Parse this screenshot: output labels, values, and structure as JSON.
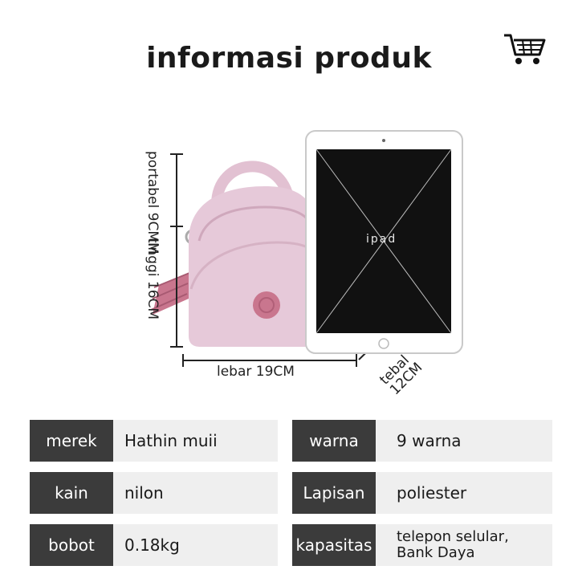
{
  "header": {
    "title": "informasi produk"
  },
  "icons": {
    "cart": "shopping-cart-icon"
  },
  "product": {
    "ipad_label": "ipad",
    "dimensions": {
      "portable": "portabel 9CMM",
      "height": "tinggi 16CM",
      "width": "lebar 19CM",
      "thickness": "tebal 12CM"
    },
    "bag_color": "#e6c9d9",
    "strap_color": "#c9768e"
  },
  "specs": {
    "row1": {
      "k1": "merek",
      "v1": "Hathin muii",
      "k2": "warna",
      "v2": "9 warna"
    },
    "row2": {
      "k1": "kain",
      "v1": "nilon",
      "k2": "Lapisan",
      "v2": "poliester"
    },
    "row3": {
      "k1": "bobot",
      "v1": "0.18kg",
      "k2": "kapasitas",
      "v2a": "telepon selular,",
      "v2b": "Bank Daya"
    }
  },
  "colors": {
    "key_bg": "#3b3b3b",
    "val_bg": "#efefef"
  }
}
